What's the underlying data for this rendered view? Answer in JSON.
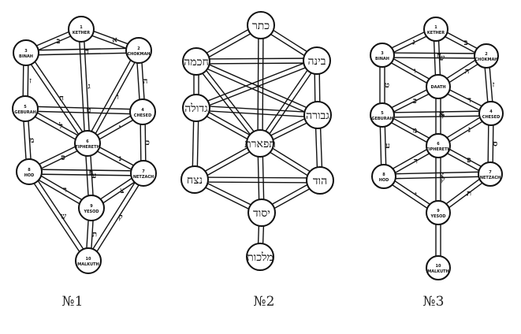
{
  "trees": [
    {
      "caption": "№1",
      "nodes": [
        {
          "num": "1",
          "name": "KETHER"
        },
        {
          "num": "2",
          "name": "CHOKMAH"
        },
        {
          "num": "3",
          "name": "BINAH"
        },
        {
          "num": "4",
          "name": "CHESED"
        },
        {
          "num": "5",
          "name": "GEBURAH"
        },
        {
          "num": "6",
          "name": "TIPHERETH"
        },
        {
          "num": "7",
          "name": "NETZACH"
        },
        {
          "num": "8",
          "name": "HOD"
        },
        {
          "num": "9",
          "name": "YESOD"
        },
        {
          "num": "10",
          "name": "MALKUTH"
        }
      ],
      "path_letters": [
        "א",
        "ב",
        "ג",
        "ד",
        "ה",
        "ו",
        "ז",
        "ח",
        "ט",
        "י",
        "כ",
        "ל",
        "מ",
        "נ",
        "ס",
        "ע",
        "פ",
        "צ",
        "ק",
        "ר",
        "ש",
        "ת"
      ]
    },
    {
      "caption": "№2",
      "nodes": [
        {
          "name": "כתר"
        },
        {
          "name": "בינה"
        },
        {
          "name": "חכמה"
        },
        {
          "name": "גבורה"
        },
        {
          "name": "גדולה"
        },
        {
          "name": "תפארת"
        },
        {
          "name": "הוד"
        },
        {
          "name": "נצח"
        },
        {
          "name": "יסוד"
        },
        {
          "name": "מלכות"
        }
      ]
    },
    {
      "caption": "№3",
      "nodes": [
        {
          "num": "1",
          "name": "KETHER"
        },
        {
          "num": "2",
          "name": "CHOKMAH"
        },
        {
          "num": "3",
          "name": "BINAH"
        },
        {
          "num": "",
          "name": "DAATH"
        },
        {
          "num": "4",
          "name": "CHESED"
        },
        {
          "num": "5",
          "name": "GEBURAH"
        },
        {
          "num": "6",
          "name": "TIPHERETH"
        },
        {
          "num": "7",
          "name": "NETZACH"
        },
        {
          "num": "8",
          "name": "HOD"
        },
        {
          "num": "9",
          "name": "YESOD"
        },
        {
          "num": "10",
          "name": "MALKUTH"
        }
      ],
      "path_letters": [
        "ב",
        "ג",
        "ש",
        "ה",
        "ו",
        "ז",
        "ט",
        "ח",
        "ד",
        "כ",
        "ל",
        "א",
        "נ",
        "מ",
        "ס",
        "ע",
        "פ",
        "ר",
        "ק",
        "צ",
        "ת",
        "י"
      ]
    }
  ]
}
